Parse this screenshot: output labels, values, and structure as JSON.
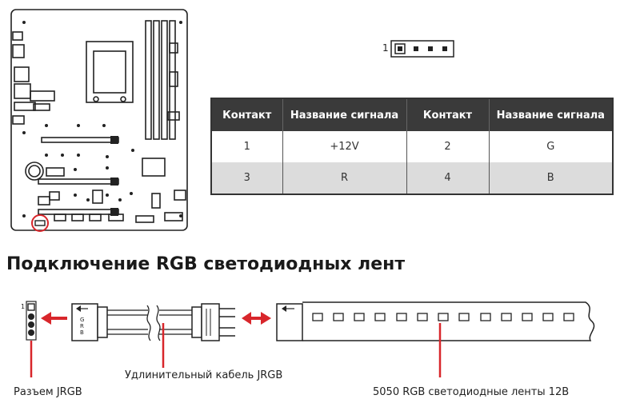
{
  "connector": {
    "pin1_label": "1"
  },
  "table": {
    "headers": [
      "Контакт",
      "Название сигнала",
      "Контакт",
      "Название сигнала"
    ],
    "rows": [
      [
        "1",
        "+12V",
        "2",
        "G"
      ],
      [
        "3",
        "R",
        "4",
        "B"
      ]
    ]
  },
  "section_title": "Подключение RGB светодиодных лент",
  "diagram": {
    "header_pin1": "1",
    "plug_letters": [
      "G",
      "R",
      "B"
    ],
    "cable_label": "Удлинительный кабель JRGB",
    "jrgb_label": "Разъем JRGB",
    "strip_label": "5050 RGB светодиодные ленты 12В"
  },
  "colors": {
    "accent_red": "#d8262b",
    "header_bg": "#3a3a3a",
    "shade": "#dcdcdc"
  }
}
